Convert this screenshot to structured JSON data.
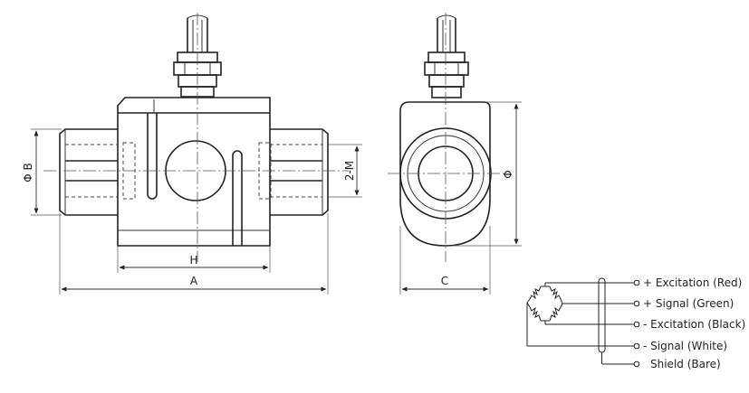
{
  "dimensions": {
    "phi_b": "Φ B",
    "h": "H",
    "a": "A",
    "two_m": "2-M",
    "phi": "Φ",
    "c": "C"
  },
  "wiring": [
    "+ Excitation (Red)",
    "+ Signal (Green)",
    "- Excitation (Black)",
    "- Signal (White)",
    "Shield (Bare)"
  ]
}
